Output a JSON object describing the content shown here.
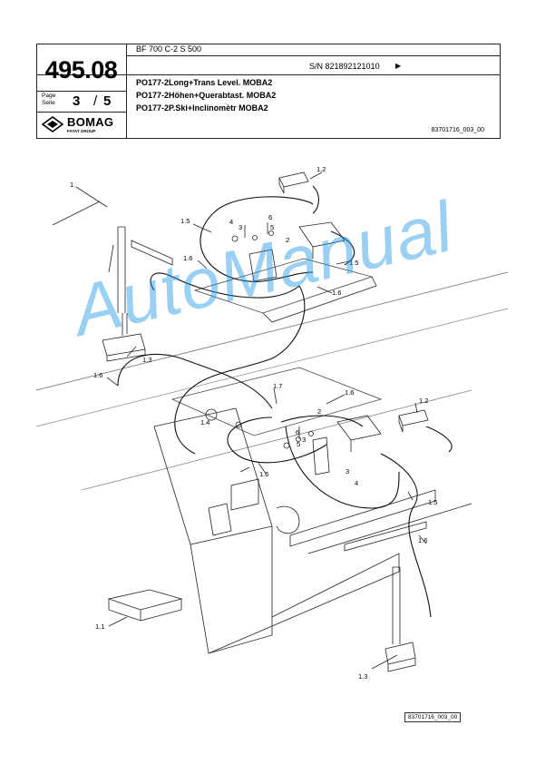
{
  "header": {
    "doc_number": "495.08",
    "model": "BF 700 C-2 S 500",
    "serial_number": "S/N 821892121010",
    "page_label_1": "Page",
    "page_label_2": "Seite",
    "page_current": "3",
    "page_separator": "/",
    "page_total": "5",
    "titles": [
      "PO177-2Long+Trans Level. MOBA2",
      "PO177-2Höhen+Querabtast. MOBA2",
      "PO177-2P.Ski+Inclinomètr MOBA2"
    ],
    "drawing_number": "83701716_003_00"
  },
  "logo": {
    "name": "BOMAG",
    "sub": "FAYAT GROUP"
  },
  "watermark": "AutoManual",
  "footer": {
    "drawing_number": "83701716_003_00"
  },
  "callouts": [
    {
      "id": "c-1",
      "text": "1."
    },
    {
      "id": "c-1-1",
      "text": "1.1"
    },
    {
      "id": "c-1-2a",
      "text": "1.2"
    },
    {
      "id": "c-1-2b",
      "text": "1.2"
    },
    {
      "id": "c-1-3a",
      "text": "1.3"
    },
    {
      "id": "c-1-3b",
      "text": "1.3"
    },
    {
      "id": "c-1-4",
      "text": "1.4"
    },
    {
      "id": "c-1-5a",
      "text": "1.5"
    },
    {
      "id": "c-1-5b",
      "text": "1.5"
    },
    {
      "id": "c-1-5c",
      "text": "1.5"
    },
    {
      "id": "c-1-6a",
      "text": "1.6"
    },
    {
      "id": "c-1-6b",
      "text": "1.6"
    },
    {
      "id": "c-1-6c",
      "text": "1.6"
    },
    {
      "id": "c-1-6d",
      "text": "1.6"
    },
    {
      "id": "c-1-6e",
      "text": "1.6"
    },
    {
      "id": "c-1-6f",
      "text": "1.6"
    },
    {
      "id": "c-1-7",
      "text": "1.7"
    },
    {
      "id": "c-2a",
      "text": "2"
    },
    {
      "id": "c-2b",
      "text": "2"
    },
    {
      "id": "c-3a",
      "text": "3"
    },
    {
      "id": "c-3b",
      "text": "3"
    },
    {
      "id": "c-3c",
      "text": "3"
    },
    {
      "id": "c-4a",
      "text": "4"
    },
    {
      "id": "c-4b",
      "text": "4"
    },
    {
      "id": "c-5a",
      "text": "5"
    },
    {
      "id": "c-5b",
      "text": "5"
    },
    {
      "id": "c-6a",
      "text": "6"
    },
    {
      "id": "c-6b",
      "text": "6"
    }
  ]
}
